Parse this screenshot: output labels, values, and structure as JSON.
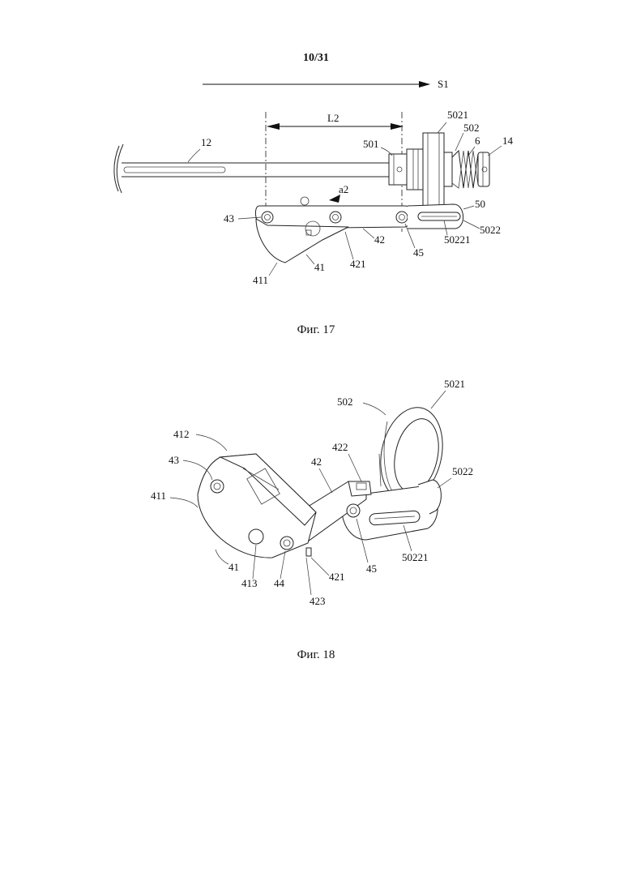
{
  "page_number": "10/31",
  "fig17": {
    "caption": "Фиг. 17",
    "direction_label": "S1",
    "dimension_label": "L2",
    "angle_label": "a2",
    "labels": {
      "l12": "12",
      "l5021": "5021",
      "l502": "502",
      "l6": "6",
      "l14": "14",
      "l501": "501",
      "l50": "50",
      "l5022": "5022",
      "l43": "43",
      "l42": "42",
      "l45": "45",
      "l50221": "50221",
      "l411": "411",
      "l41": "41",
      "l421": "421"
    }
  },
  "fig18": {
    "caption": "Фиг. 18",
    "labels": {
      "l5021": "5021",
      "l502": "502",
      "l412": "412",
      "l422": "422",
      "l43": "43",
      "l42": "42",
      "l5022": "5022",
      "l411": "411",
      "l50221": "50221",
      "l45": "45",
      "l41": "41",
      "l421": "421",
      "l413": "413",
      "l44": "44",
      "l423": "423"
    }
  }
}
